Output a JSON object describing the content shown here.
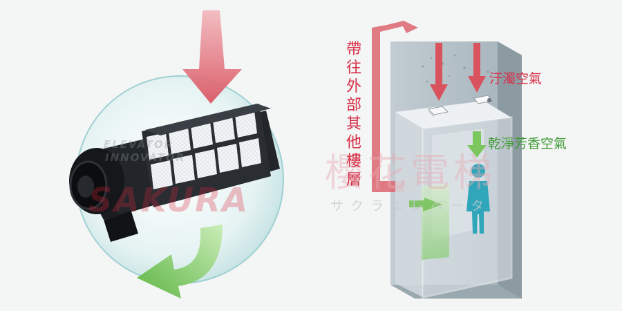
{
  "labels": {
    "exhaust": "帶往外部其他樓層",
    "dirty_air": "汙濁空氣",
    "clean_air": "乾淨芳香空氣"
  },
  "watermark": {
    "tagline_1": "ELEVATOR",
    "tagline_2": "INNOVATOR",
    "brand": "SAKURA",
    "brand_cjk": "櫻花電梯",
    "brand_kana": "サクラエレベーター"
  },
  "colors": {
    "dirty_arrow": "#d9535f",
    "clean_arrow": "#6dbf4f",
    "text_red": "#d62f47",
    "text_green": "#3f9a36",
    "shaft": "#b4c0c7",
    "person": "#2fa6ba"
  },
  "icons": [
    "air-purifier-unit",
    "down-arrow-dirty-air",
    "down-arrow-clean-air",
    "person-figure",
    "elevator-car"
  ]
}
